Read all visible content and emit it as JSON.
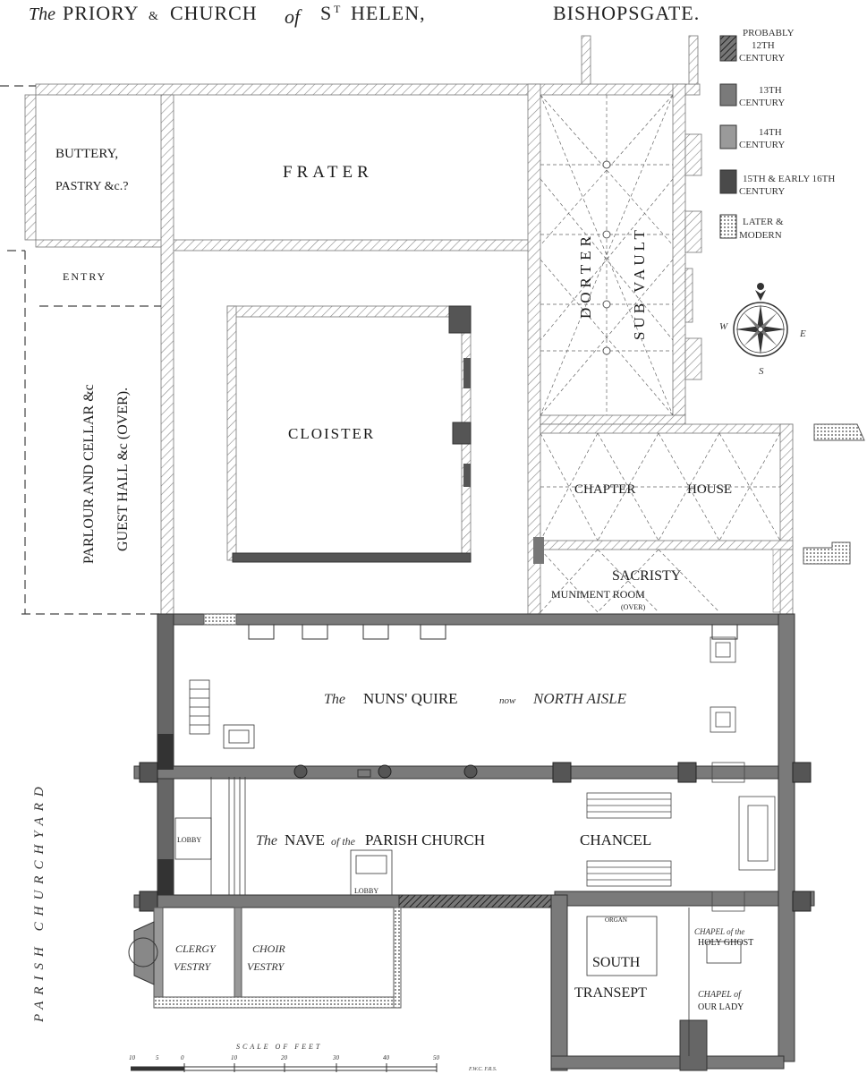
{
  "title": {
    "prefix": "The",
    "main": "PRIORY",
    "amp": "&",
    "church": "CHURCH",
    "of": "of",
    "st": "S",
    "st_sup": "T",
    "helen": "HELEN,",
    "place": "BISHOPSGATE."
  },
  "legend": [
    {
      "line1": "PROBABLY",
      "line2": "12TH",
      "line3": "CENTURY",
      "color": "#3a3a3a",
      "pattern": "hatch"
    },
    {
      "line1": "13TH",
      "line2": "CENTURY",
      "color": "#7a7a7a",
      "pattern": "solid"
    },
    {
      "line1": "14TH",
      "line2": "CENTURY",
      "color": "#9a9a9a",
      "pattern": "solid"
    },
    {
      "line1": "15TH & EARLY 16TH",
      "line2": "CENTURY",
      "color": "#4a4a4a",
      "pattern": "solid"
    },
    {
      "line1": "LATER &",
      "line2": "MODERN",
      "color": "#cfcfcf",
      "pattern": "dots"
    }
  ],
  "rooms": {
    "buttery": "BUTTERY,",
    "pastry": "PASTRY &c.?",
    "frater": "FRATER",
    "entry": "ENTRY",
    "dorter": "DORTER",
    "subvault": "SUB VAULT",
    "cloister": "CLOISTER",
    "parlour1": "PARLOUR AND CELLAR &c",
    "parlour2": "GUEST HALL &c (OVER).",
    "chapter": "CHAPTER",
    "house": "HOUSE",
    "sacristy": "SACRISTY",
    "muniment": "MUNIMENT ROOM",
    "over": "(OVER)",
    "nuns_the": "The",
    "nuns_quire": "NUNS' QUIRE",
    "nuns_now": "now",
    "nuns_aisle": "NORTH AISLE",
    "nave_the": "The",
    "nave": "NAVE",
    "nave_of": "of the",
    "parish_church": "PARISH CHURCH",
    "chancel": "CHANCEL",
    "lobby1": "LOBBY",
    "lobby2": "LOBBY",
    "clergy": "CLERGY",
    "vestry1": "VESTRY",
    "choir": "CHOIR",
    "vestry2": "VESTRY",
    "organ": "ORGAN",
    "south": "SOUTH",
    "transept": "TRANSEPT",
    "chapel_holy1": "CHAPEL of the",
    "chapel_holy2": "HOLY GHOST",
    "chapel_lady1": "CHAPEL of",
    "chapel_lady2": "OUR LADY",
    "churchyard": "PARISH CHURCHYARD"
  },
  "compass": {
    "w": "W",
    "e": "E",
    "s": "S"
  },
  "scale": {
    "title": "SCALE OF FEET",
    "ticks": [
      "10",
      "5",
      "0",
      "10",
      "20",
      "30",
      "40",
      "50"
    ],
    "credit": "F.W.C.   F.R.S."
  }
}
